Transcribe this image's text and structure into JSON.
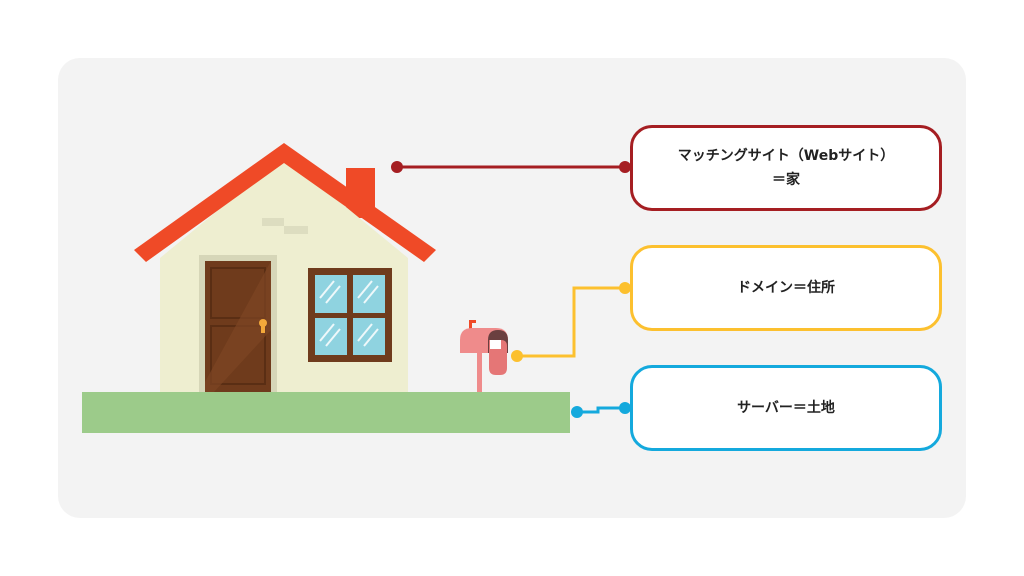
{
  "colors": {
    "site": "#a51e22",
    "domain": "#fcc02e",
    "server": "#14a9dd",
    "roof": "#ef4a27",
    "wall": "#eeeed0",
    "ground": "#9ccb8a",
    "door": "#6f3b1c",
    "mailbox": "#ef8b8b"
  },
  "icons": [
    "house-illustration",
    "mailbox-illustration",
    "ground-illustration"
  ],
  "labels": {
    "site": {
      "line1": "マッチングサイト（Webサイト）",
      "line2": "＝家"
    },
    "domain": "ドメイン＝住所",
    "server": "サーバー＝土地"
  }
}
